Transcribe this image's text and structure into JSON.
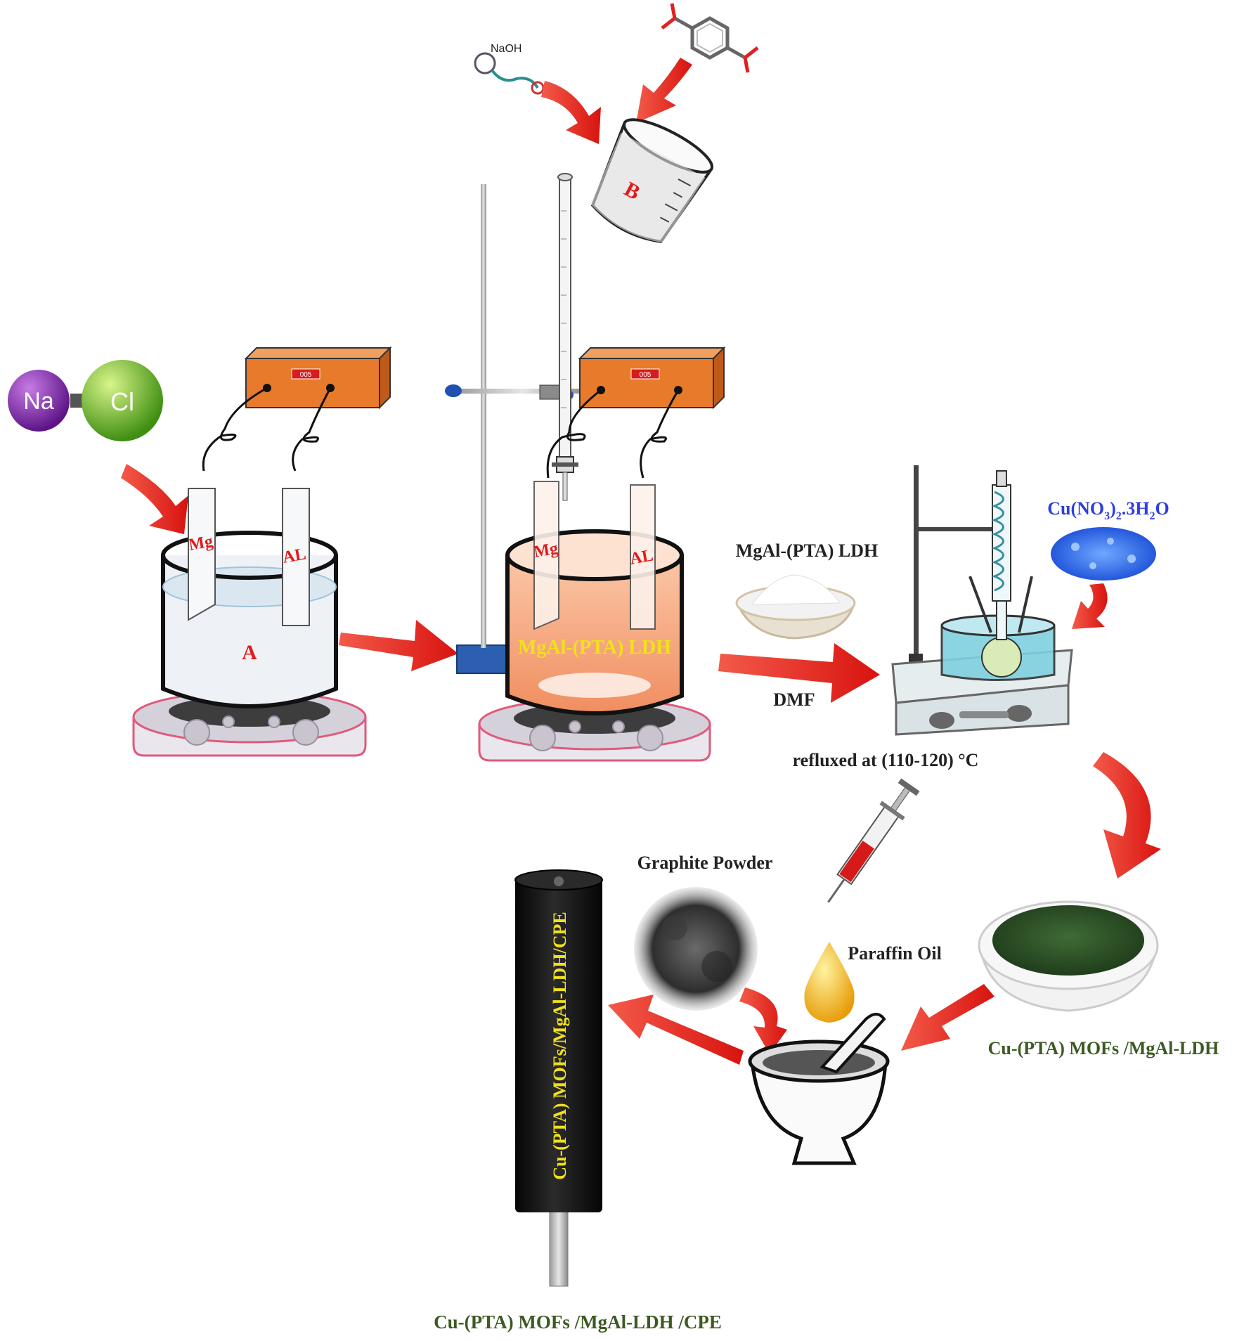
{
  "ions": {
    "na": "Na",
    "cl": "Cl"
  },
  "naoh_label": "NaOH",
  "beaker_a_label": "A",
  "beaker_b_label": "B",
  "electrode_mg": "Mg",
  "electrode_al": "AL",
  "power_supply_display": "005",
  "ldh_in_beaker": "MgAl-(PTA) LDH",
  "ldh_powder_label": "MgAl-(PTA) LDH",
  "solvent_label": "DMF",
  "copper_salt": {
    "base": "Cu(NO",
    "sub1": "3",
    "mid": ")",
    "sub2": "2",
    "tail": ".3H",
    "sub3": "2",
    "end": "O"
  },
  "reflux_label": "refluxed at (110-120) °C",
  "graphite_label": "Graphite Powder",
  "paraffin_label": "Paraffin Oil",
  "mof_label": "Cu-(PTA) MOFs /MgAl-LDH",
  "electrode_body_label": "Cu-(PTA) MOFs/MgAl-LDH/CPE",
  "final_label": "Cu-(PTA) MOFs /MgAl-LDH /CPE",
  "colors": {
    "arrow": "#e8231f",
    "stir_plate": "#e7e4ec",
    "stir_plate_border": "#e05a7a",
    "power_supply": "#e87a2b",
    "label_red": "#e01b1b",
    "label_blue": "#2f3de0",
    "label_green": "#3c5a22",
    "label_yellow": "#f0e11c"
  }
}
